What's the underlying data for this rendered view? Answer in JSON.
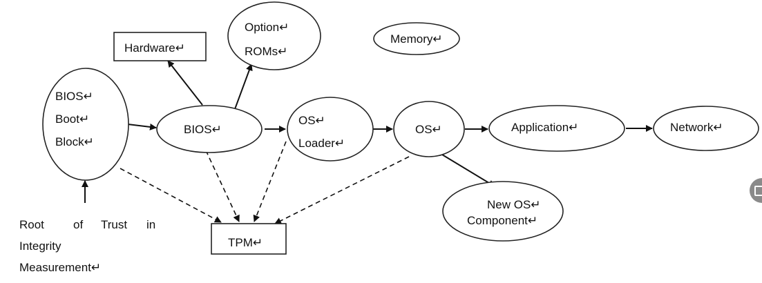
{
  "nodes": {
    "bios_boot_block": {
      "lines": [
        "BIOS↵",
        "Boot↵",
        "Block↵"
      ]
    },
    "bios": {
      "label": "BIOS↵"
    },
    "hardware": {
      "label": "Hardware↵"
    },
    "option_roms": {
      "lines": [
        "Option↵",
        "ROMs↵"
      ]
    },
    "memory": {
      "label": "Memory↵"
    },
    "os_loader": {
      "lines": [
        "OS↵",
        "Loader↵"
      ]
    },
    "os": {
      "label": "OS↵"
    },
    "application": {
      "label": "Application↵"
    },
    "network": {
      "label": "Network↵"
    },
    "new_os_component": {
      "lines": [
        "New OS↵",
        "Component↵"
      ]
    },
    "tpm": {
      "label": "TPM↵"
    }
  },
  "root_label": {
    "words": [
      "Root",
      "of",
      "Trust",
      "in"
    ],
    "line2": "Integrity",
    "line3": "Measurement↵"
  },
  "side_control": {
    "icon": "external-link-icon"
  }
}
